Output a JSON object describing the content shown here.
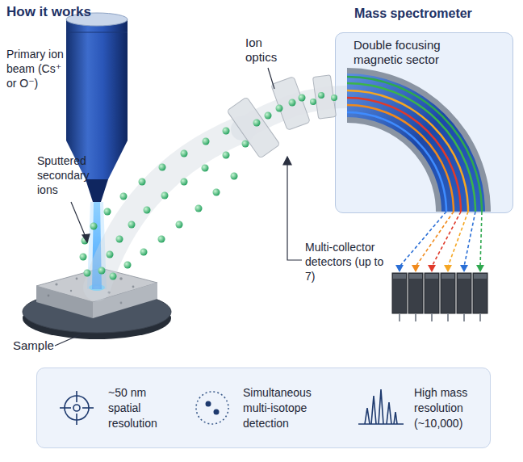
{
  "diagram": {
    "title": "How it works",
    "nodes": [
      {
        "text": [
          "Mass spectrometer",
          "Double focusing magnetic sector"
        ]
      },
      {
        "text": [
          "~50 nm spatial resolution",
          "Simultaneous multi-isotope detection",
          "High mass resolution (~10,000)"
        ]
      }
    ],
    "labels": [
      "Primary ion beam (Cs⁺ or O⁻)",
      "Ion optics",
      "Sputtered secondary ions",
      "Multi-collector detectors (up to 7)",
      "Sample"
    ]
  }
}
